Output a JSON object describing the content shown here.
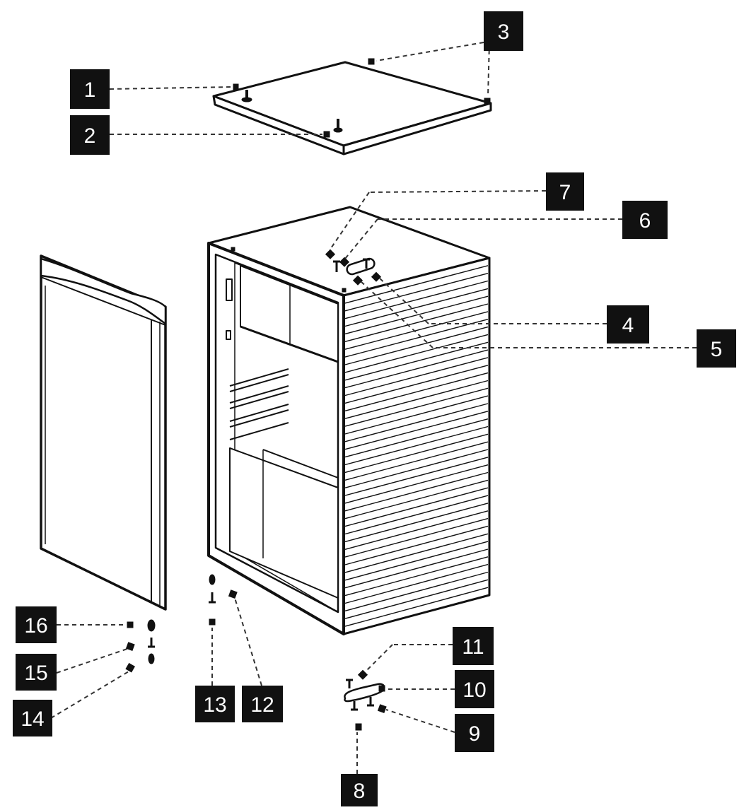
{
  "diagram": {
    "colors": {
      "ink": "#111111",
      "paper": "#ffffff",
      "callout_fill": "#111111",
      "callout_text": "#ffffff",
      "leader": "#333333"
    },
    "parts": [
      {
        "id": "top-panel",
        "icon": "top-panel-drawing"
      },
      {
        "id": "cabinet",
        "icon": "cabinet-drawing"
      },
      {
        "id": "door",
        "icon": "door-drawing"
      },
      {
        "id": "bottom-hinge",
        "icon": "hinge-bracket-drawing"
      }
    ],
    "callouts": [
      {
        "id": "c1",
        "label": "1"
      },
      {
        "id": "c2",
        "label": "2"
      },
      {
        "id": "c3",
        "label": "3"
      },
      {
        "id": "c4",
        "label": "4"
      },
      {
        "id": "c5",
        "label": "5"
      },
      {
        "id": "c6",
        "label": "6"
      },
      {
        "id": "c7",
        "label": "7"
      },
      {
        "id": "c8",
        "label": "8"
      },
      {
        "id": "c9",
        "label": "9"
      },
      {
        "id": "c10",
        "label": "10"
      },
      {
        "id": "c11",
        "label": "11"
      },
      {
        "id": "c12",
        "label": "12"
      },
      {
        "id": "c13",
        "label": "13"
      },
      {
        "id": "c14",
        "label": "14"
      },
      {
        "id": "c15",
        "label": "15"
      },
      {
        "id": "c16",
        "label": "16"
      }
    ]
  }
}
